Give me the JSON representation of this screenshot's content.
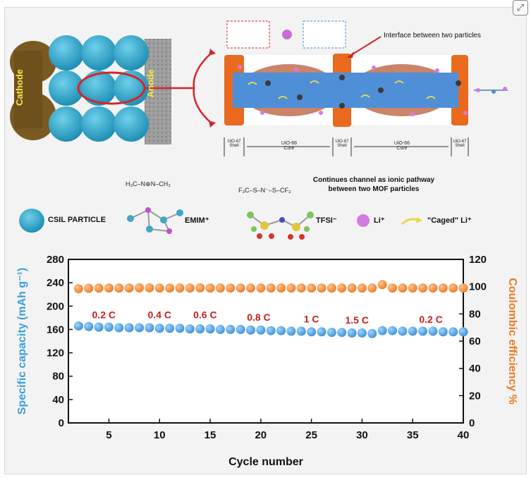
{
  "schematic": {
    "cathode_label": "Cathode",
    "anode_label": "Anode",
    "interface_label": "Interface between two particles",
    "core_label": "UiO-66\nCore",
    "shell_label": "UiO-67\nShell",
    "channel_label_line1": "Continues channel as ionic pathway",
    "channel_label_line2": "between two MOF particles",
    "emim_formula": "H₃C–N⊕N–CH₃",
    "tfsi_formula": "F₃C–S–N⁻–S–CF₃"
  },
  "legend": {
    "csil": "CSIL PARTICLE",
    "emim": "EMIM⁺",
    "tfsi": "TFSI⁻",
    "li": "Li⁺",
    "caged_li": "\"Caged\" Li⁺"
  },
  "colors": {
    "particle": "#2fa8cc",
    "capacity_series": "#3d8fd6",
    "efficiency_series": "#ef7a24",
    "c_rate_labels": "#c8201e",
    "left_axis_label": "#3a9fdd",
    "right_axis_label": "#ef7a24",
    "cathode": "#7a5a22",
    "shell": "#e96a1f"
  },
  "chart_data": {
    "type": "scatter",
    "xlabel": "Cycle number",
    "ylabel_left": "Specific capacity (mAh g⁻¹)",
    "ylabel_right": "Coulombic efficiency %",
    "xlim": [
      1,
      40
    ],
    "ylim_left": [
      0,
      280
    ],
    "ylim_right": [
      0,
      120
    ],
    "x_ticks": [
      5,
      10,
      15,
      20,
      25,
      30,
      35,
      40
    ],
    "y_ticks_left": [
      0,
      40,
      80,
      120,
      160,
      200,
      240,
      280
    ],
    "y_ticks_right": [
      0,
      20,
      40,
      60,
      80,
      100,
      120
    ],
    "grid": false,
    "x": [
      2,
      3,
      4,
      5,
      6,
      7,
      8,
      9,
      10,
      11,
      12,
      13,
      14,
      15,
      16,
      17,
      18,
      19,
      20,
      21,
      22,
      23,
      24,
      25,
      26,
      27,
      28,
      29,
      30,
      31,
      32,
      33,
      34,
      35,
      36,
      37,
      38,
      39,
      40
    ],
    "series": [
      {
        "name": "Specific capacity",
        "axis": "left",
        "values": [
          166,
          165,
          164,
          164,
          163,
          163,
          163,
          163,
          162,
          162,
          162,
          161,
          161,
          161,
          160,
          160,
          160,
          159,
          159,
          158,
          158,
          157,
          157,
          156,
          156,
          155,
          155,
          154,
          154,
          153,
          158,
          158,
          157,
          157,
          157,
          157,
          156,
          156,
          156
        ]
      },
      {
        "name": "Coulombic efficiency",
        "axis": "right",
        "values": [
          98.5,
          98.8,
          98.9,
          99.0,
          99.0,
          99.0,
          99.1,
          99.1,
          99.0,
          99.0,
          99.0,
          99.0,
          99.1,
          99.0,
          99.0,
          99.0,
          99.0,
          99.0,
          99.0,
          99.0,
          99.0,
          99.0,
          99.0,
          99.0,
          99.0,
          99.0,
          99.0,
          99.0,
          99.0,
          99.0,
          101.5,
          99.0,
          99.0,
          99.0,
          99.0,
          99.0,
          99.0,
          99.0,
          99.0
        ]
      }
    ],
    "annotations": [
      {
        "text": "0.2 C",
        "x": 4.5,
        "y": 172
      },
      {
        "text": "0.4 C",
        "x": 10,
        "y": 172
      },
      {
        "text": "0.6 C",
        "x": 14.5,
        "y": 172
      },
      {
        "text": "0.8 C",
        "x": 19.8,
        "y": 168
      },
      {
        "text": "1 C",
        "x": 25,
        "y": 165
      },
      {
        "text": "1.5 C",
        "x": 29.5,
        "y": 163
      },
      {
        "text": "0.2 C",
        "x": 36.8,
        "y": 164
      }
    ]
  }
}
